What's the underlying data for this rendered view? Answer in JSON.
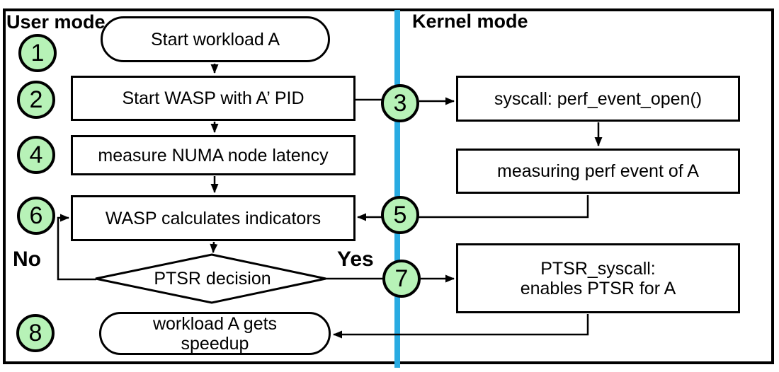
{
  "regions": {
    "user_mode_label": "User mode",
    "kernel_mode_label": "Kernel mode"
  },
  "steps": {
    "s1": "1",
    "s2": "2",
    "s3": "3",
    "s4": "4",
    "s5": "5",
    "s6": "6",
    "s7": "7",
    "s8": "8"
  },
  "nodes": {
    "start_workload": {
      "label": "Start workload A"
    },
    "start_wasp": {
      "label": "Start WASP with A’ PID"
    },
    "measure_numa": {
      "label": "measure NUMA node latency"
    },
    "wasp_calculates": {
      "label": "WASP calculates indicators"
    },
    "ptsr_decision": {
      "label": "PTSR decision"
    },
    "workload_speedup": {
      "line1": "workload A gets",
      "line2": "speedup"
    },
    "syscall_perf": {
      "label": "syscall: perf_event_open()"
    },
    "measuring_perf": {
      "label": "measuring perf event of A"
    },
    "ptsr_syscall": {
      "line1": "PTSR_syscall:",
      "line2": "enables PTSR for A"
    }
  },
  "branch_labels": {
    "no": "No",
    "yes": "Yes"
  },
  "colors": {
    "step_fill": "#b7f2b7",
    "divider": "#29abe2",
    "stroke": "#000000",
    "node_fill": "#ffffff",
    "background": "#ffffff"
  }
}
